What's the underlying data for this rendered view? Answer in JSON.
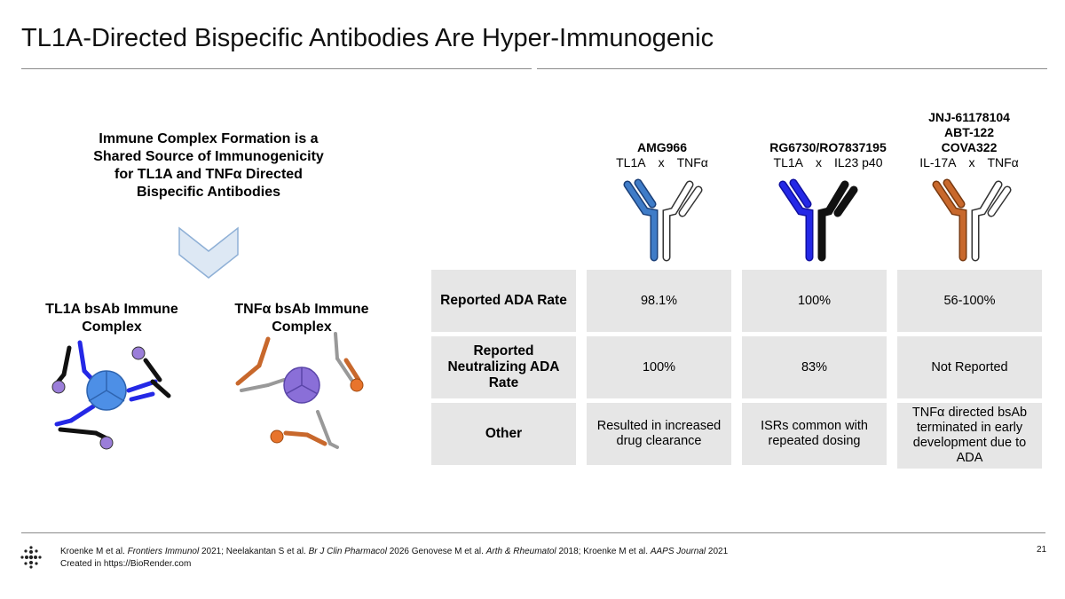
{
  "title": "TL1A-Directed Bispecific Antibodies Are Hyper-Immunogenic",
  "left": {
    "heading_lines": [
      "Immune Complex Formation is a",
      "Shared Source of Immunogenicity",
      "for TL1A and TNFα Directed",
      "Bispecific Antibodies"
    ],
    "complex_left_lines": [
      "TL1A bsAb Immune",
      "Complex"
    ],
    "complex_right_lines": [
      "TNFα bsAb Immune",
      "Complex"
    ]
  },
  "drugs": [
    {
      "name_lines": [
        "AMG966"
      ],
      "target_a": "TL1A",
      "x": "x",
      "target_b": "TNFα"
    },
    {
      "name_lines": [
        "RG6730/RO7837195"
      ],
      "target_a": "TL1A",
      "x": "x",
      "target_b": "IL23 p40"
    },
    {
      "name_lines": [
        "JNJ-61178104",
        "ABT-122",
        "COVA322"
      ],
      "target_a": "IL-17A",
      "x": "x",
      "target_b": "TNFα"
    }
  ],
  "table": {
    "rows": [
      {
        "header_lines": [
          "Reported ADA Rate"
        ],
        "cells": [
          [
            "98.1%"
          ],
          [
            "100%"
          ],
          [
            "56-100%"
          ]
        ]
      },
      {
        "header_lines": [
          "Reported",
          "Neutralizing ADA",
          "Rate"
        ],
        "cells": [
          [
            "100%"
          ],
          [
            "83%"
          ],
          [
            "Not Reported"
          ]
        ]
      },
      {
        "header_lines": [
          "Other"
        ],
        "cells": [
          [
            "Resulted in increased",
            "drug clearance"
          ],
          [
            "ISRs common with",
            "repeated dosing"
          ],
          [
            "TNFα directed bsAb",
            "terminated in early",
            "development due to",
            "ADA"
          ]
        ]
      }
    ]
  },
  "footer": {
    "ref1_text": "Kroenke M et al.",
    "ref1_journal": "Frontiers Immunol",
    "ref1_tail": "2021; Neelakantan S et al.",
    "ref2_journal": "Br J Clin Pharmacol",
    "ref2_tail": "2026 Genovese M et al.",
    "ref3_journal": "Arth & Rheumatol",
    "ref3_tail": "2018; Kroenke M et al.",
    "ref4_journal": "AAPS Journal",
    "ref4_tail": "2021",
    "created": "Created in  https://BioRender.com",
    "page_number": "21"
  },
  "colors": {
    "amg_arm": "#3f7cc8",
    "rg_arm": "#2428e6",
    "jnj_arm": "#c8682c",
    "complex_core_left": "#4d8fe6",
    "complex_core_right": "#8a6fd8",
    "cell_bg": "#e6e6e6",
    "chevron": "#dde8f4"
  }
}
